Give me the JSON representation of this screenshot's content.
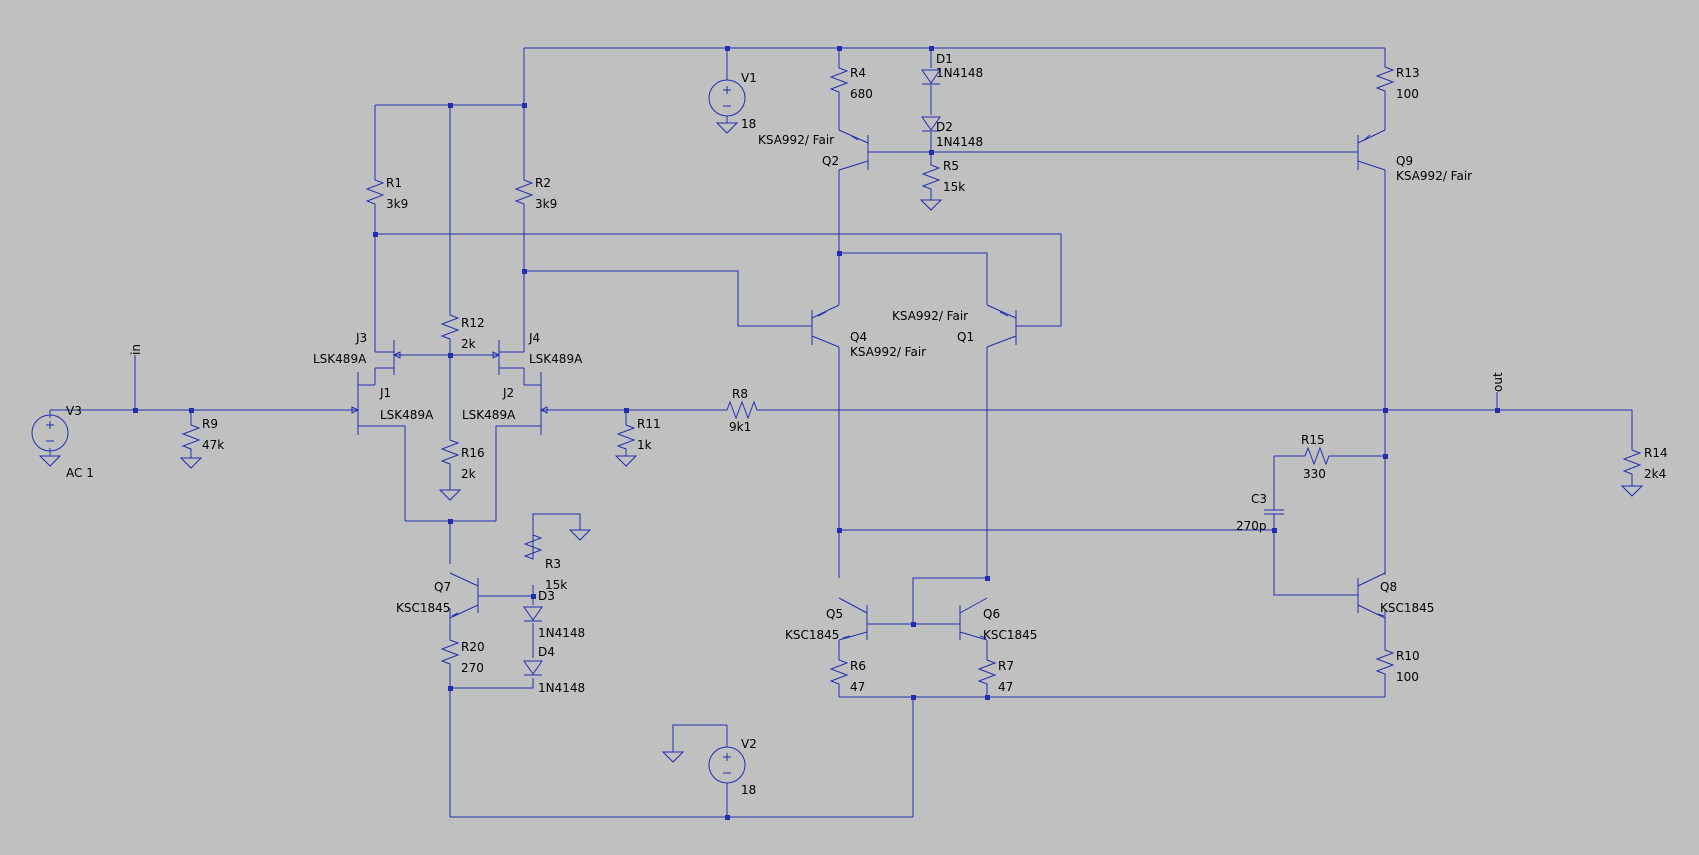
{
  "colors": {
    "background": "#c0c0c0",
    "wire": "#1f2fb0",
    "text": "#000000"
  },
  "net_labels": {
    "input": "in",
    "output": "out"
  },
  "components": {
    "R1": {
      "name": "R1",
      "value": "3k9"
    },
    "R2": {
      "name": "R2",
      "value": "3k9"
    },
    "R3": {
      "name": "R3",
      "value": "15k"
    },
    "R4": {
      "name": "R4",
      "value": "680"
    },
    "R5": {
      "name": "R5",
      "value": "15k"
    },
    "R6": {
      "name": "R6",
      "value": "47"
    },
    "R7": {
      "name": "R7",
      "value": "47"
    },
    "R8": {
      "name": "R8",
      "value": "9k1"
    },
    "R9": {
      "name": "R9",
      "value": "47k"
    },
    "R10": {
      "name": "R10",
      "value": "100"
    },
    "R11": {
      "name": "R11",
      "value": "1k"
    },
    "R12": {
      "name": "R12",
      "value": "2k"
    },
    "R13": {
      "name": "R13",
      "value": "100"
    },
    "R14": {
      "name": "R14",
      "value": "2k4"
    },
    "R15": {
      "name": "R15",
      "value": "330"
    },
    "R16": {
      "name": "R16",
      "value": "2k"
    },
    "R20": {
      "name": "R20",
      "value": "270"
    },
    "C3": {
      "name": "C3",
      "value": "270p"
    },
    "D1": {
      "name": "D1",
      "value": "1N4148"
    },
    "D2": {
      "name": "D2",
      "value": "1N4148"
    },
    "D3": {
      "name": "D3",
      "value": "1N4148"
    },
    "D4": {
      "name": "D4",
      "value": "1N4148"
    },
    "V1": {
      "name": "V1",
      "value": "18"
    },
    "V2": {
      "name": "V2",
      "value": "18"
    },
    "V3": {
      "name": "V3",
      "value": "AC 1"
    },
    "J1": {
      "name": "J1",
      "value": "LSK489A"
    },
    "J2": {
      "name": "J2",
      "value": "LSK489A"
    },
    "J3": {
      "name": "J3",
      "value": "LSK489A"
    },
    "J4": {
      "name": "J4",
      "value": "LSK489A"
    },
    "Q1": {
      "name": "Q1",
      "value": "KSA992/ Fair"
    },
    "Q2": {
      "name": "Q2",
      "value": "KSA992/ Fair"
    },
    "Q4": {
      "name": "Q4",
      "value": "KSA992/ Fair"
    },
    "Q9": {
      "name": "Q9",
      "value": "KSA992/ Fair"
    },
    "Q5": {
      "name": "Q5",
      "value": "KSC1845"
    },
    "Q6": {
      "name": "Q6",
      "value": "KSC1845"
    },
    "Q7": {
      "name": "Q7",
      "value": "KSC1845"
    },
    "Q8": {
      "name": "Q8",
      "value": "KSC1845"
    }
  }
}
